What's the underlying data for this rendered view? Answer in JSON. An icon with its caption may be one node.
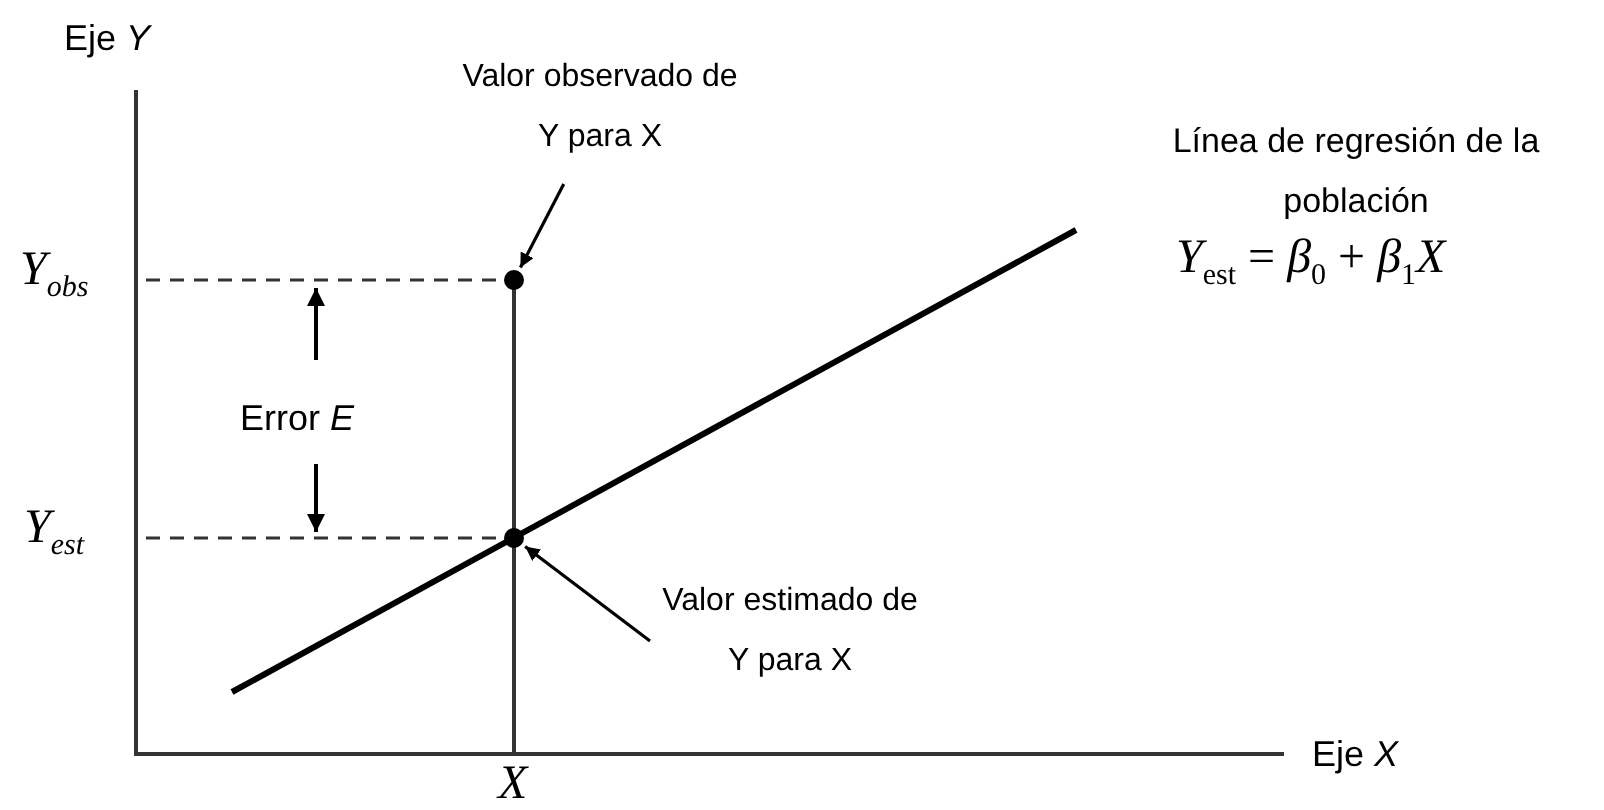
{
  "diagram": {
    "nodes": [
      {
        "text": [
          "Valor observado de Y para X"
        ]
      },
      {
        "text": [],
        "shape": "circle"
      },
      {
        "text": [
          "Valor estimado de Y para X"
        ]
      },
      {
        "text": [],
        "shape": "circle"
      }
    ],
    "edges": [
      {
        "from": 0,
        "to": 1,
        "arrow": "to"
      },
      {
        "from": 2,
        "to": 3,
        "arrow": "to"
      }
    ],
    "labels": [
      "Eje *Y*",
      "*Y*$_{obs}$",
      "Línea de regresión de la población",
      "*Y*$_{est}$ = *β*$_{0}$ + *β*$_{1}$*X*",
      "Error *E*",
      "*Y*$_{est}$",
      "*X*",
      "Eje *X*"
    ]
  }
}
